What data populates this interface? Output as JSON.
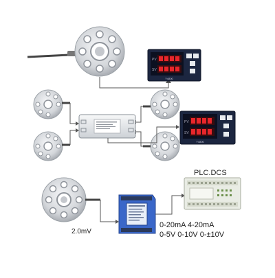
{
  "title": "",
  "colors": {
    "wire": "#555555",
    "cell_metal": "#c9ccd1",
    "cell_bolt": "#8f949b",
    "indicator_body": "#1f2a44",
    "led": "#e8262b",
    "transmitter_blue": "#3a67c9",
    "plc_body": "#e9ece4"
  },
  "plc_label": "PLC.DCS",
  "signal_label": "2.0mV",
  "output_ranges_line1": "0-20mA  4-20mA",
  "output_ranges_line2": "0-5V  0-10V  0-±10V"
}
